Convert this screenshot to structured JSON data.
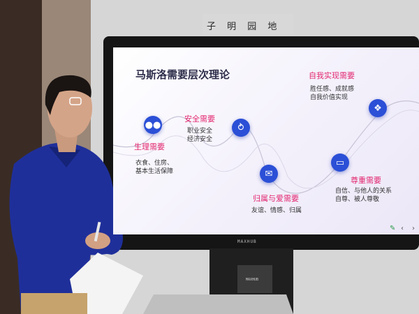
{
  "wall_sign": "子 明 园 地",
  "slide": {
    "title": "马斯洛需要层次理论",
    "levels": [
      {
        "name": "生理需要",
        "details": [
          "衣食、住房、",
          "基本生活保障"
        ],
        "icon": "people-icon"
      },
      {
        "name": "安全需要",
        "details": [
          "职业安全",
          "经济安全"
        ],
        "icon": "branch-icon"
      },
      {
        "name": "归属与爱需要",
        "details": [
          "友谊、情感、归属"
        ],
        "icon": "envelope-icon"
      },
      {
        "name": "尊重需要",
        "details": [
          "自信、与他人的关系",
          "自尊、被人尊敬"
        ],
        "icon": "laptop-icon"
      },
      {
        "name": "自我实现需要",
        "details": [
          "胜任感、成就感",
          "自我价值实现"
        ],
        "icon": "handshake-icon"
      }
    ],
    "accent_color": "#e3266f",
    "node_color": "#2b4fd6"
  },
  "screen_brand": "MAXHUB",
  "device_brand": "MAXHUB"
}
